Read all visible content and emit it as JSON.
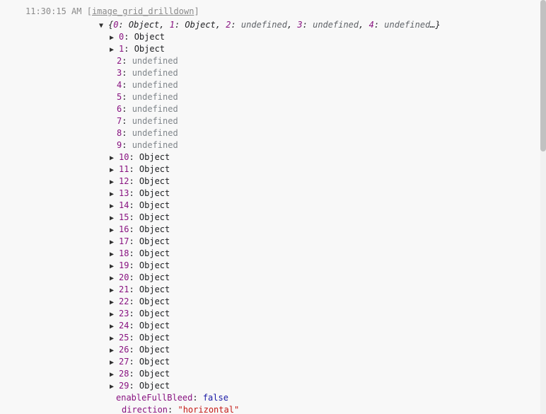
{
  "header": {
    "timestamp": "11:30:15 AM",
    "bracket_open": "[",
    "source": "image_grid_drilldown",
    "bracket_close": "]"
  },
  "root": {
    "triangle": "▼",
    "summary_open": "{",
    "summary_items": [
      {
        "key": "0",
        "sep": ": ",
        "value": "Object",
        "kind": "obj",
        "tail": ", "
      },
      {
        "key": "1",
        "sep": ": ",
        "value": "Object",
        "kind": "obj",
        "tail": ", "
      },
      {
        "key": "2",
        "sep": ": ",
        "value": "undefined",
        "kind": "undef",
        "tail": ", "
      },
      {
        "key": "3",
        "sep": ": ",
        "value": "undefined",
        "kind": "undef",
        "tail": ", "
      },
      {
        "key": "4",
        "sep": ": ",
        "value": "undefined",
        "kind": "undef",
        "tail": "…"
      }
    ],
    "summary_close": "}"
  },
  "entries": [
    {
      "key": "0",
      "value": "Object",
      "expandable": true
    },
    {
      "key": "1",
      "value": "Object",
      "expandable": true
    },
    {
      "key": "2",
      "value": "undefined",
      "expandable": false
    },
    {
      "key": "3",
      "value": "undefined",
      "expandable": false
    },
    {
      "key": "4",
      "value": "undefined",
      "expandable": false
    },
    {
      "key": "5",
      "value": "undefined",
      "expandable": false
    },
    {
      "key": "6",
      "value": "undefined",
      "expandable": false
    },
    {
      "key": "7",
      "value": "undefined",
      "expandable": false
    },
    {
      "key": "8",
      "value": "undefined",
      "expandable": false
    },
    {
      "key": "9",
      "value": "undefined",
      "expandable": false
    },
    {
      "key": "10",
      "value": "Object",
      "expandable": true
    },
    {
      "key": "11",
      "value": "Object",
      "expandable": true
    },
    {
      "key": "12",
      "value": "Object",
      "expandable": true
    },
    {
      "key": "13",
      "value": "Object",
      "expandable": true
    },
    {
      "key": "14",
      "value": "Object",
      "expandable": true
    },
    {
      "key": "15",
      "value": "Object",
      "expandable": true
    },
    {
      "key": "16",
      "value": "Object",
      "expandable": true
    },
    {
      "key": "17",
      "value": "Object",
      "expandable": true
    },
    {
      "key": "18",
      "value": "Object",
      "expandable": true
    },
    {
      "key": "19",
      "value": "Object",
      "expandable": true
    },
    {
      "key": "20",
      "value": "Object",
      "expandable": true
    },
    {
      "key": "21",
      "value": "Object",
      "expandable": true
    },
    {
      "key": "22",
      "value": "Object",
      "expandable": true
    },
    {
      "key": "23",
      "value": "Object",
      "expandable": true
    },
    {
      "key": "24",
      "value": "Object",
      "expandable": true
    },
    {
      "key": "25",
      "value": "Object",
      "expandable": true
    },
    {
      "key": "26",
      "value": "Object",
      "expandable": true
    },
    {
      "key": "27",
      "value": "Object",
      "expandable": true
    },
    {
      "key": "28",
      "value": "Object",
      "expandable": true
    },
    {
      "key": "29",
      "value": "Object",
      "expandable": true
    }
  ],
  "properties": [
    {
      "key": "enableFullBleed",
      "value": "false",
      "kind": "bool"
    },
    {
      "key": "direction",
      "value": "\"horizontal\"",
      "kind": "str"
    }
  ],
  "icons": {
    "expanded": "expanded-triangle-icon",
    "collapsed": "collapsed-triangle-icon"
  },
  "colors": {
    "key": "#881280",
    "undefined": "#80868b",
    "boolean": "#1a1aa6",
    "string": "#c41a16",
    "background": "#f8f8f8"
  }
}
